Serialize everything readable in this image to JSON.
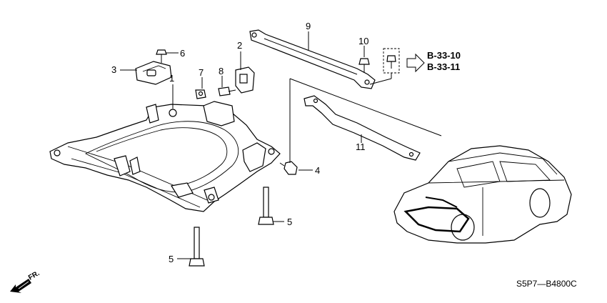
{
  "callouts": {
    "c1": "1",
    "c2": "2",
    "c3": "3",
    "c4": "4",
    "c5a": "5",
    "c5b": "5",
    "c6": "6",
    "c7": "7",
    "c8": "8",
    "c9": "9",
    "c10": "10",
    "c11": "11"
  },
  "references": {
    "ref1": "B-33-10",
    "ref2": "B-33-11"
  },
  "direction_label": "FR.",
  "diagram_code": "S5P7—B4800C",
  "icons": [
    "front-direction-arrow-icon",
    "reference-arrow-icon"
  ]
}
